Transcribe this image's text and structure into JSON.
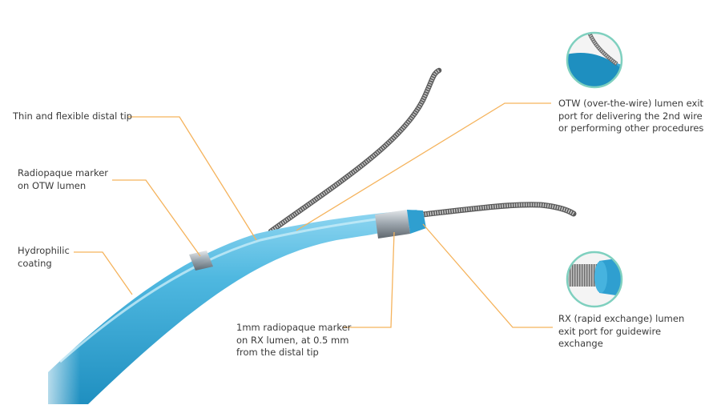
{
  "colors": {
    "catheter": "#3aa9d6",
    "catheter_highlight": "#8fd6f1",
    "leader_line": "#f5b35c",
    "marker": "#9aa3ab",
    "wire": "#8a8a8a",
    "inset_ring": "#7fd0bf"
  },
  "labels": {
    "distal_tip": [
      "Thin and flexible distal tip"
    ],
    "otw_marker": [
      "Radiopaque marker",
      "on OTW lumen"
    ],
    "hydrophilic": [
      "Hydrophilic",
      "coating"
    ],
    "rx_marker": [
      "1mm radiopaque marker",
      "on RX lumen, at 0.5 mm",
      "from the distal tip"
    ],
    "otw_exit": [
      "OTW (over-the-wire) lumen exit",
      "port for delivering the 2nd wire",
      "or performing other procedures"
    ],
    "rx_exit": [
      "RX (rapid exchange) lumen",
      "exit port for guidewire",
      "exchange"
    ]
  }
}
